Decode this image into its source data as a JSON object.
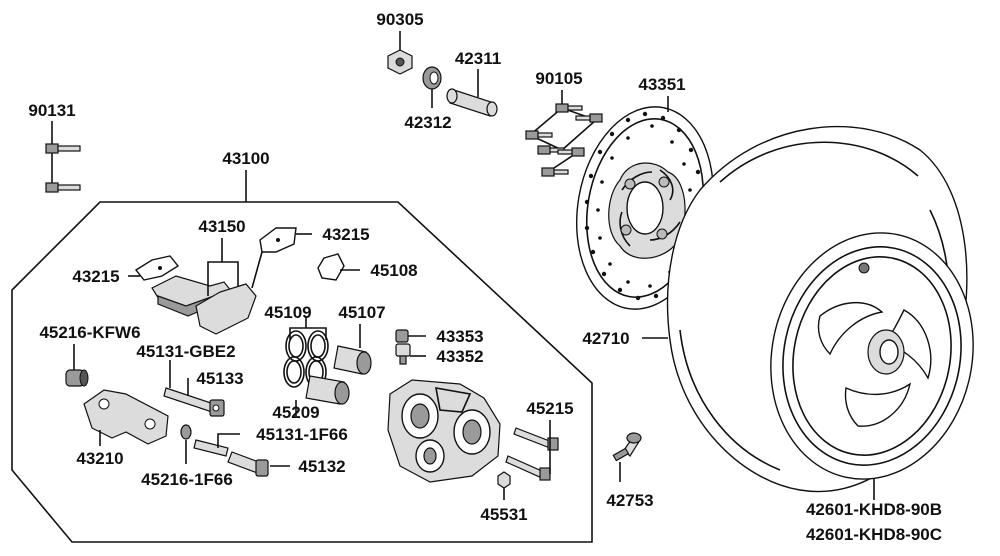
{
  "parts": {
    "p90305": "90305",
    "p42311": "42311",
    "p42312": "42312",
    "p90105": "90105",
    "p43351": "43351",
    "p90131": "90131",
    "p43100": "43100",
    "p43150": "43150",
    "p43215a": "43215",
    "p43215b": "43215",
    "p45108": "45108",
    "p45216kfw6": "45216-KFW6",
    "p45131gbe2": "45131-GBE2",
    "p45109": "45109",
    "p45107": "45107",
    "p43353": "43353",
    "p43352": "43352",
    "p45133": "45133",
    "p45209": "45209",
    "p45131_1f66": "45131-1F66",
    "p43210": "43210",
    "p45216_1f66": "45216-1F66",
    "p45132": "45132",
    "p45215": "45215",
    "p45531": "45531",
    "p42753": "42753",
    "p42710": "42710",
    "p42601_90b": "42601-KHD8-90B",
    "p42601_90c": "42601-KHD8-90C"
  }
}
